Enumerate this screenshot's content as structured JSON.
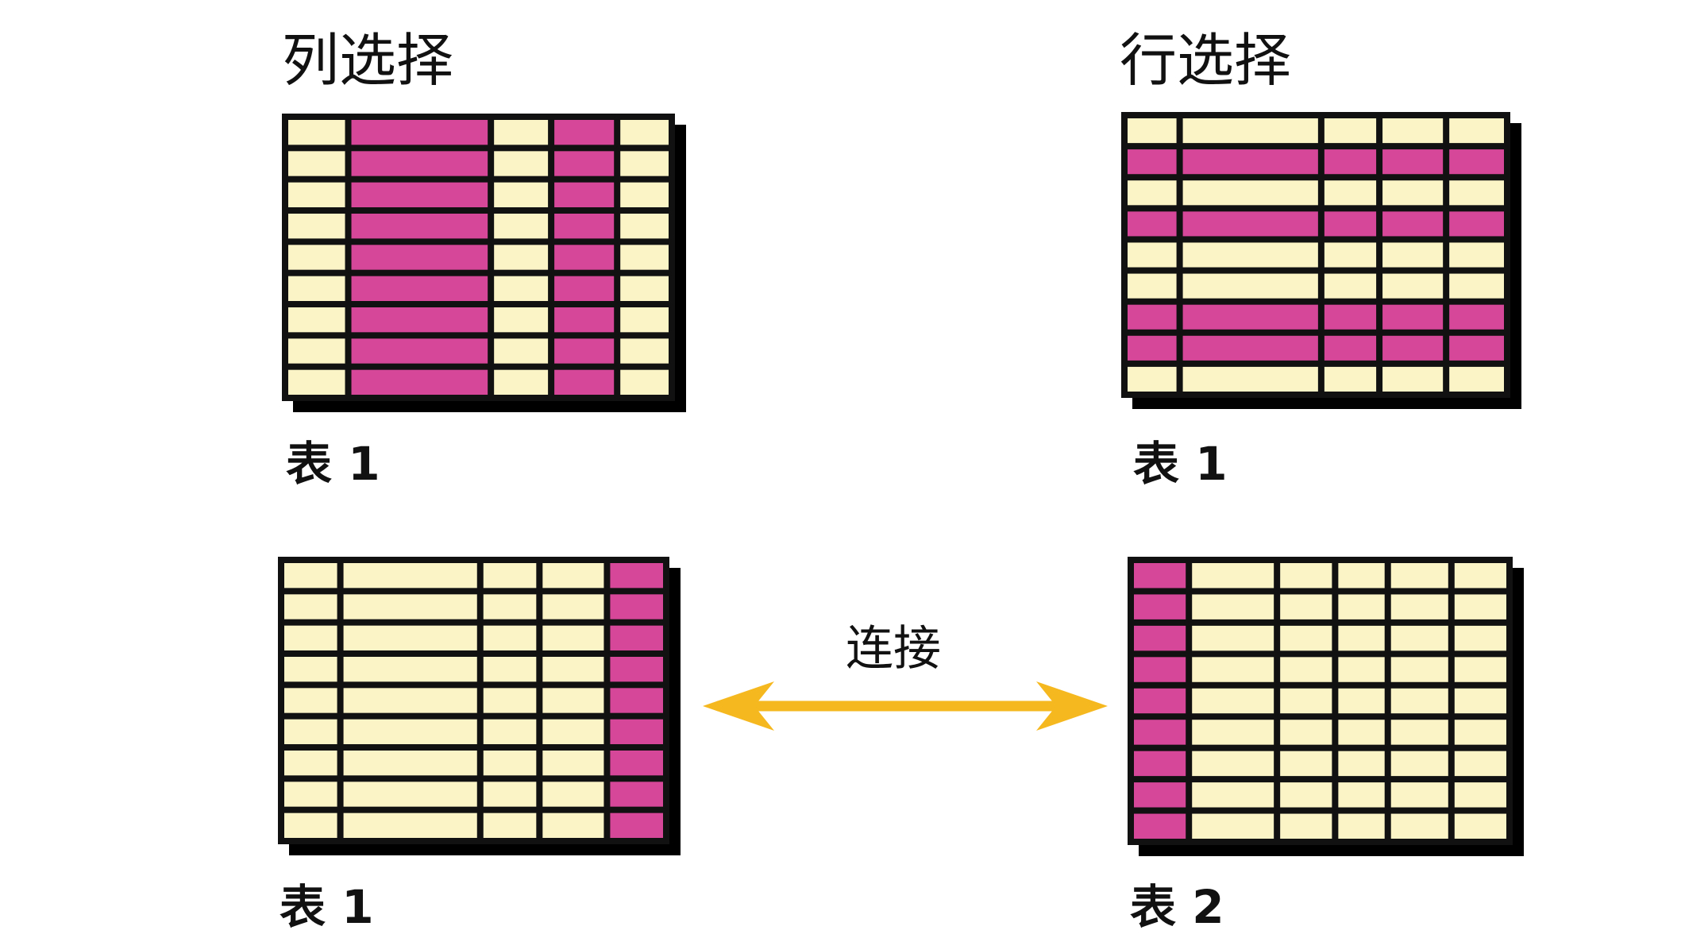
{
  "panels": {
    "column_selection": {
      "heading": "列选择",
      "caption": "表 1",
      "rows": 9,
      "columns": 5,
      "highlight": "columns",
      "highlighted_indices": [
        1,
        3
      ]
    },
    "row_selection": {
      "heading": "行选择",
      "caption": "表 1",
      "rows": 9,
      "columns": 5,
      "highlight": "rows",
      "highlighted_indices": [
        1,
        3,
        6,
        7
      ]
    },
    "join_left": {
      "caption": "表 1",
      "rows": 9,
      "columns": 5,
      "highlight": "columns",
      "highlighted_indices": [
        4
      ]
    },
    "join_right": {
      "caption": "表 2",
      "rows": 9,
      "columns": 6,
      "highlight": "columns",
      "highlighted_indices": [
        0
      ]
    }
  },
  "join": {
    "label": "连接"
  },
  "colors": {
    "cell_fill": "#fbf4c6",
    "highlight_fill": "#d6479a",
    "grid_line": "#111111",
    "shadow": "#000000",
    "arrow": "#f6b81f"
  }
}
